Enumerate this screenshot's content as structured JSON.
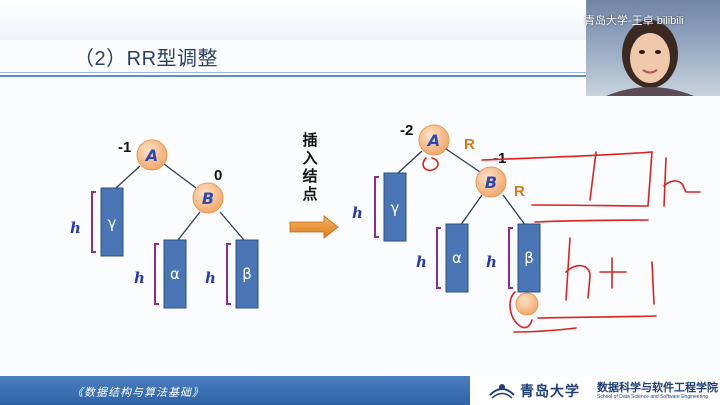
{
  "slide": {
    "title": "（2）RR型调整"
  },
  "insert_text": [
    "插",
    "入",
    "结",
    "点"
  ],
  "left_tree": {
    "node_a": {
      "label": "A",
      "bf": "-1"
    },
    "node_b": {
      "label": "B",
      "bf": "0"
    },
    "subtrees": [
      {
        "greek": "γ",
        "height": "h"
      },
      {
        "greek": "α",
        "height": "h"
      },
      {
        "greek": "β",
        "height": "h"
      }
    ]
  },
  "right_tree": {
    "node_a": {
      "label": "A",
      "bf": "-2",
      "dir": "R"
    },
    "node_b": {
      "label": "B",
      "bf": "-1",
      "dir": "R"
    },
    "subtrees": [
      {
        "greek": "γ",
        "height": "h"
      },
      {
        "greek": "α",
        "height": "h"
      },
      {
        "greek": "β",
        "height": "h"
      }
    ]
  },
  "video": {
    "watermark": "青岛大学-王卓 bilibili"
  },
  "footer": {
    "course": "《数据结构与算法基础》",
    "university": "青岛大学",
    "school_cn": "数据科学与软件工程学院",
    "school_en": "School of Data Science and Software Engineering"
  },
  "colors": {
    "node_fill": "#f7c79a",
    "subtree_fill": "#4a76b5",
    "bracket": "#8e2c8e",
    "ink": "#e02020",
    "accent": "#2f62a6"
  }
}
